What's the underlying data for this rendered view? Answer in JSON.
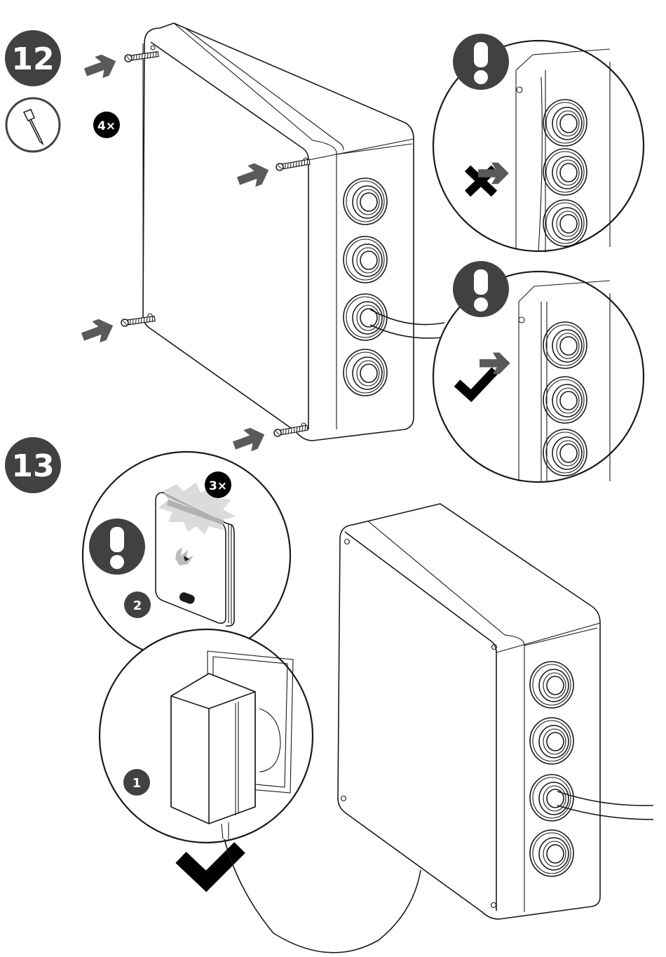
{
  "step12": {
    "number": "12",
    "screw_count": "4×",
    "tool": "screwdriver-icon",
    "callouts": [
      {
        "status": "incorrect",
        "mark": "cross-icon"
      },
      {
        "status": "correct",
        "mark": "check-icon"
      }
    ]
  },
  "step13": {
    "number": "13",
    "substeps": [
      "1",
      "2"
    ],
    "blink_count": "3×"
  },
  "colors": {
    "step_badge": "#414141",
    "arrow": "#5a5a5a",
    "line": "#1a1a1a",
    "black_badge": "#000000"
  }
}
